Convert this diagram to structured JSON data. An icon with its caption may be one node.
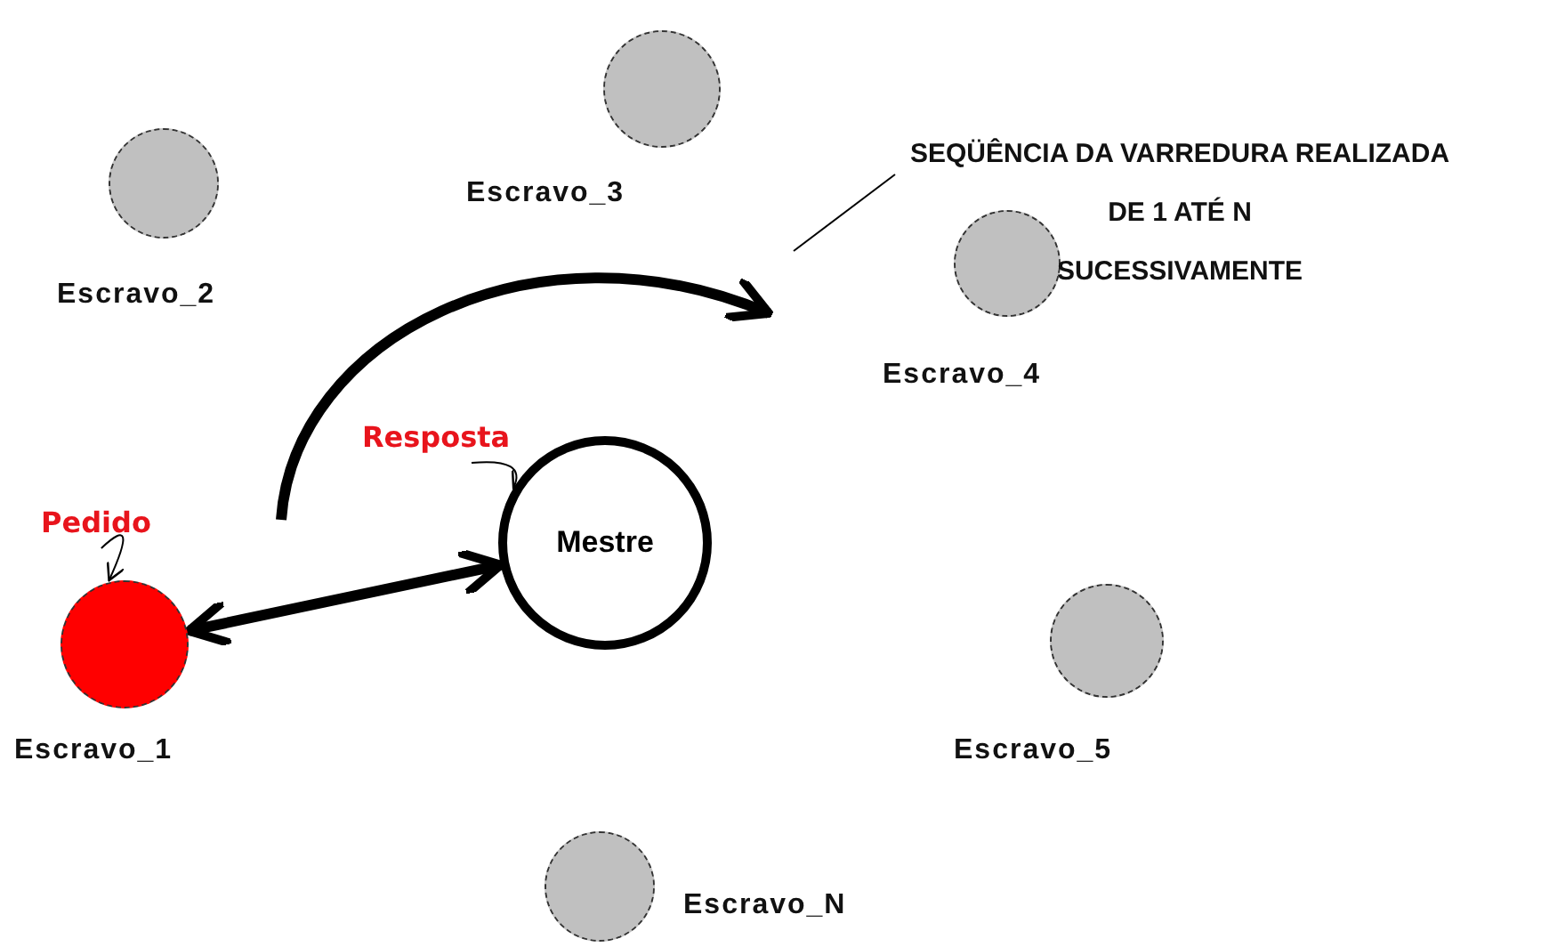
{
  "diagram": {
    "nodes": [
      {
        "text": [
          "Escravo_3"
        ]
      },
      {
        "text": [
          "Escravo_2"
        ]
      },
      {
        "text": [
          "Escravo_4"
        ]
      },
      {
        "text": [
          "SEQÜÊNCIA DA VARREDURA REALIZADA",
          "DE 1 ATÉ N",
          "SUCESSIVAMENTE"
        ]
      },
      {
        "text": [
          "Resposta"
        ]
      },
      {
        "text": [
          "Pedido"
        ]
      },
      {
        "text": [
          "Mestre"
        ]
      },
      {
        "text": [
          "Escravo_1"
        ]
      },
      {
        "text": [
          "Escravo_5"
        ]
      },
      {
        "text": [
          "Escravo_N"
        ]
      }
    ],
    "edges": [
      {
        "from": 7,
        "to": 6,
        "arrow": "both",
        "style": "thick"
      },
      {
        "from": 5,
        "to": 7,
        "arrow": "to"
      },
      {
        "from": 4,
        "to": 6,
        "arrow": "to"
      },
      {
        "from": 3,
        "to": null,
        "arrow": "none"
      }
    ]
  }
}
